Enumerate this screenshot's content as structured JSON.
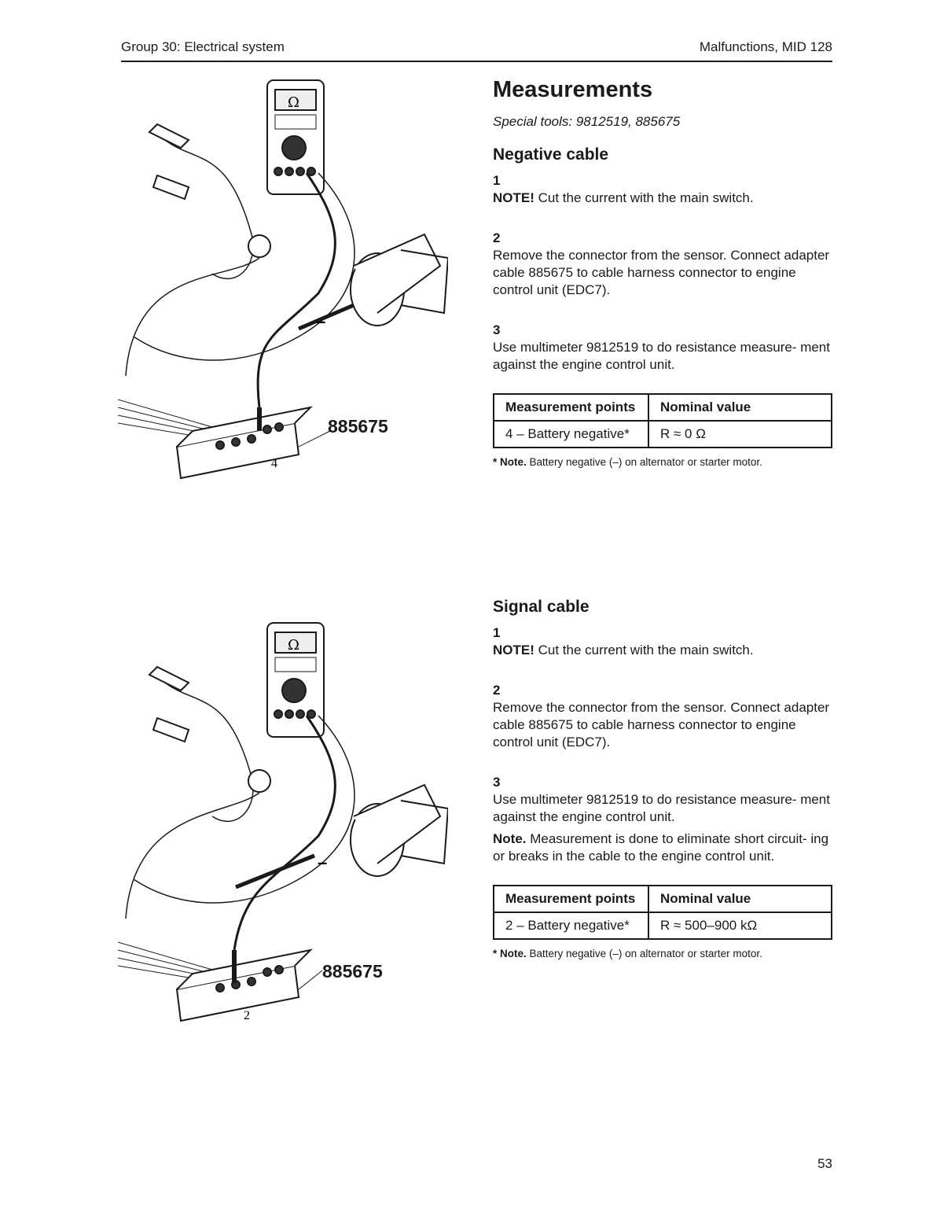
{
  "header": {
    "left": "Group 30: Electrical system",
    "right": "Malfunctions, MID 128"
  },
  "title": "Measurements",
  "special_tools": "Special tools: 9812519, 885675",
  "sections": [
    {
      "heading": "Negative cable",
      "steps": [
        {
          "num": "1",
          "bold": "NOTE!",
          "text": " Cut the current with the main switch."
        },
        {
          "num": "2",
          "text": "Remove the connector from the sensor. Connect adapter cable 885675 to cable harness connector to engine control unit (EDC7)."
        },
        {
          "num": "3",
          "text": "Use multimeter 9812519 to do resistance measure- ment against the engine control unit."
        }
      ],
      "table": {
        "headers": [
          "Measurement points",
          "Nominal value"
        ],
        "row": [
          "4 – Battery negative*",
          "R ≈ 0 Ω"
        ]
      },
      "footnote_bold": "* Note.",
      "footnote": " Battery negative (–) on alternator or starter motor.",
      "figure": {
        "label": "885675",
        "box_number": "4",
        "meter_symbol": "Ω",
        "minus_sign": "–"
      }
    },
    {
      "heading": "Signal cable",
      "steps": [
        {
          "num": "1",
          "bold": "NOTE!",
          "text": " Cut the current with the main switch."
        },
        {
          "num": "2",
          "text": "Remove the connector from the sensor. Connect adapter cable 885675 to cable harness connector to engine control unit (EDC7)."
        },
        {
          "num": "3",
          "text": "Use multimeter 9812519 to do resistance measure- ment against the engine control unit."
        }
      ],
      "note_bold": "Note.",
      "note": " Measurement is done to eliminate short circuit- ing or breaks in the cable to the engine control unit.",
      "table": {
        "headers": [
          "Measurement points",
          "Nominal value"
        ],
        "row": [
          "2 – Battery negative*",
          "R ≈ 500–900 kΩ"
        ]
      },
      "footnote_bold": "* Note.",
      "footnote": " Battery negative (–) on alternator or starter motor.",
      "figure": {
        "label": "885675",
        "box_number": "2",
        "meter_symbol": "Ω",
        "minus_sign": "–"
      }
    }
  ],
  "page_number": "53"
}
